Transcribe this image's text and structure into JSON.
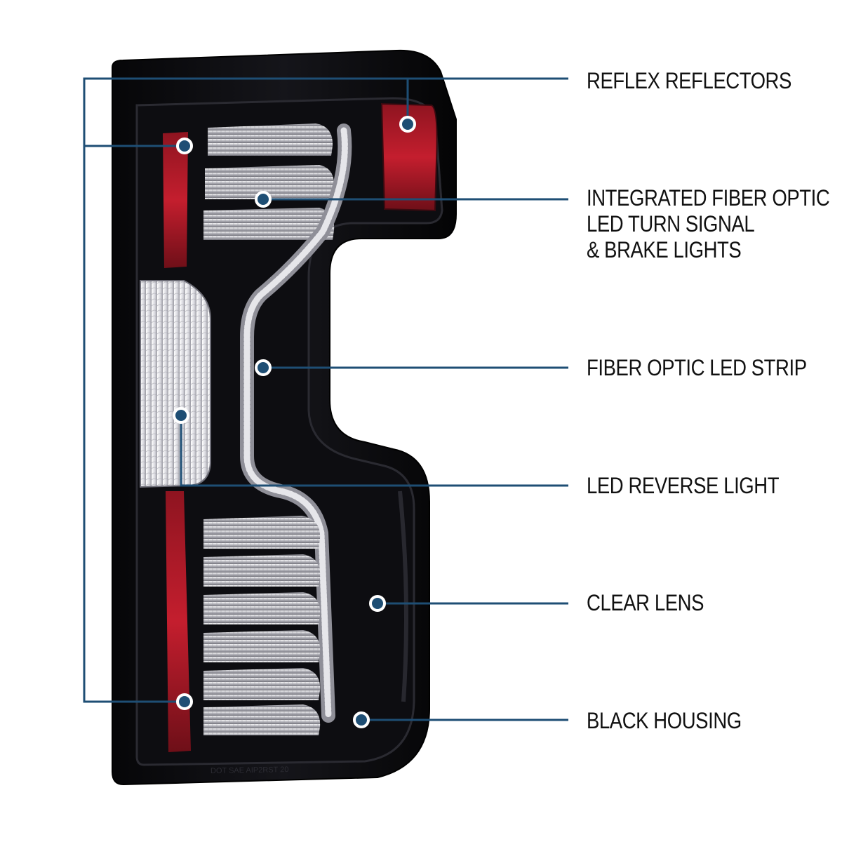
{
  "product": {
    "accent_color": "#1e4e74",
    "housing_color": "#0b0b0e",
    "reflector_color": "#c41e2e"
  },
  "callouts": {
    "reflex_reflectors": {
      "lines": [
        "REFLEX REFLECTORS"
      ]
    },
    "integrated_fiber_optic": {
      "lines": [
        "INTEGRATED FIBER OPTIC",
        "LED TURN SIGNAL",
        "& BRAKE LIGHTS"
      ]
    },
    "fiber_optic_strip": {
      "lines": [
        "FIBER OPTIC LED STRIP"
      ]
    },
    "led_reverse_light": {
      "lines": [
        "LED REVERSE LIGHT"
      ]
    },
    "clear_lens": {
      "lines": [
        "CLEAR LENS"
      ]
    },
    "black_housing": {
      "lines": [
        "BLACK HOUSING"
      ]
    }
  },
  "lens_markings": "DOT SAE AIP2RST 20"
}
